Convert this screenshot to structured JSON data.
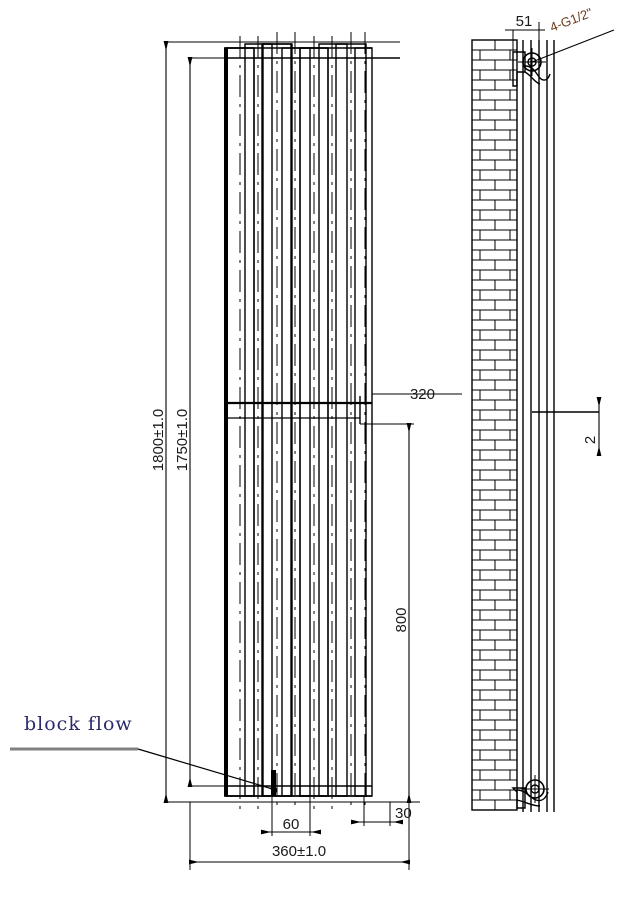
{
  "drawing": {
    "type": "engineering-drawing",
    "title": "Vertical Tubular Radiator — Front and Side View",
    "units": "mm",
    "views": {
      "front": {
        "label": "front-view"
      },
      "side": {
        "label": "side-view-with-wall"
      }
    },
    "dimensions": {
      "overall_height": "1800±1.0",
      "panel_height": "1750±1.0",
      "overall_width": "360±1.0",
      "fin_pitch": "60",
      "edge_offset": "30",
      "bracket_spacing": "320",
      "wall_gap": "2",
      "connection_offset": "51",
      "lower_height": "800"
    },
    "annotations": {
      "block_flow": "block flow",
      "connection": "4-G1/2\""
    },
    "colors": {
      "line": "#000000",
      "block_flow_text": "#2b2b6b",
      "connection_text": "#6b3a1a",
      "leader_grey": "#808080"
    },
    "geometry": {
      "fin_count": 6,
      "side_profile_lines": 5
    }
  }
}
